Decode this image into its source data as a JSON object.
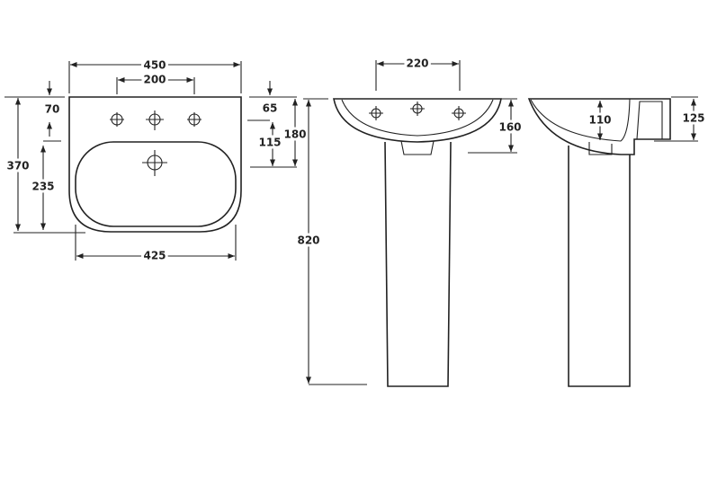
{
  "plan_view": {
    "overall_width": "450",
    "tap_hole_spacing": "200",
    "overall_depth": "370",
    "tap_to_back": "70",
    "bowl_depth": "235",
    "bowl_width": "425",
    "back_to_taps": "65",
    "taps_to_bowl": "115",
    "back_to_bowl": "180"
  },
  "front_view": {
    "tap_spread": "220",
    "basin_height": "160",
    "overall_height": "820"
  },
  "side_view": {
    "bowl_depth": "110",
    "back_height": "125"
  }
}
